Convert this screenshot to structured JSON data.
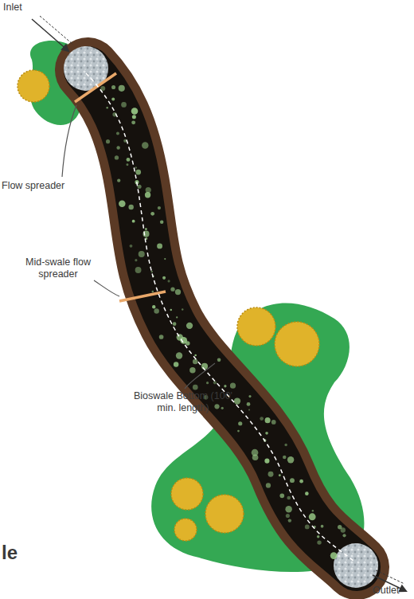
{
  "diagram": {
    "labels": [
      "Inlet",
      "Flow spreader",
      "Mid-swale flow spreader",
      "Bioswale Bottom (100' min. length)",
      "Outlet",
      "le"
    ]
  }
}
